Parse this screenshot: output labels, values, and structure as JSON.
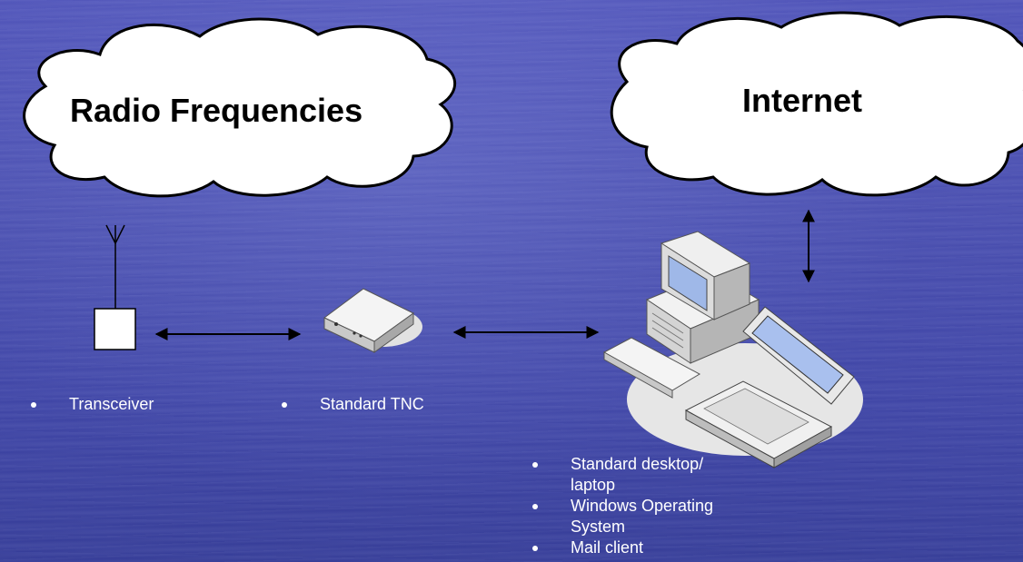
{
  "clouds": {
    "radio": "Radio Frequencies",
    "internet": "Internet"
  },
  "labels": {
    "transceiver": "Transceiver",
    "tnc": "Standard TNC"
  },
  "computer_list": {
    "items": [
      "Standard desktop/ laptop",
      "Windows Operating System",
      "Mail client"
    ]
  },
  "colors": {
    "background": "#4a4fb0",
    "cloud_fill": "#ffffff",
    "text_light": "#ffffff",
    "arrow": "#000000"
  }
}
